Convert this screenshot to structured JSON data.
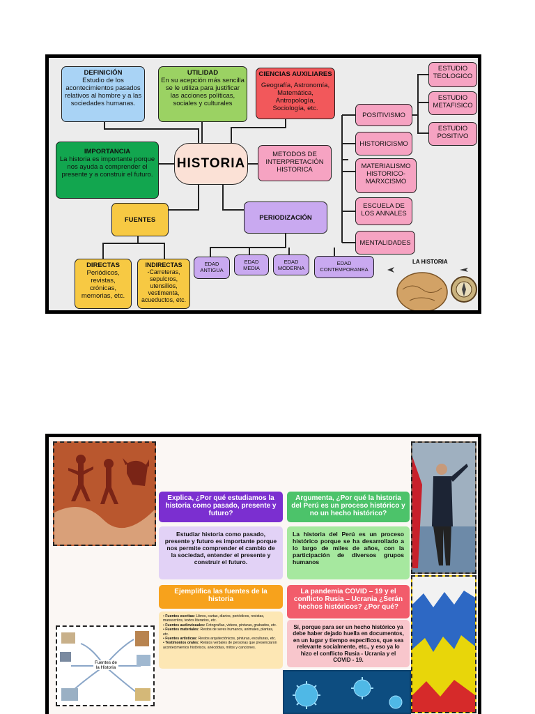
{
  "mindmap": {
    "center": "HISTORIA",
    "definicion": {
      "title": "DEFINICIÓN",
      "text": "Estudio de los acontecimientos pasados relativos al hombre y a las sociedades humanas."
    },
    "utilidad": {
      "title": "UTILIDAD",
      "text": "En su acepción más sencilla se le utiliza para justificar las acciones políticas, sociales y culturales"
    },
    "ciencias": {
      "title": "CIENCIAS AUXILIARES",
      "text": "Geografía, Astronomía, Matemática, Antropología, Sociología, etc."
    },
    "importancia": {
      "title": "IMPORTANCIA",
      "text": "La historia es importante porque nos ayuda a comprender el presente y a construir el futuro."
    },
    "fuentes": "FUENTES",
    "directas": {
      "title": "DIRECTAS",
      "text": "Periódicos, revistas, crónicas, memorias, etc."
    },
    "indirectas": {
      "title": "INDIRECTAS",
      "text": "-Carreteras, sepulcros, utensilios, vestimenta, acueductos, etc."
    },
    "metodos": "METODOS DE INTERPRETACIÓN HISTORICA",
    "periodizacion": "PERIODIZACIÓN",
    "edades": [
      "EDAD ANTIGUA",
      "EDAD MEDIA",
      "EDAD MODERNA",
      "EDAD CONTEMPORANEA"
    ],
    "corrientes": [
      "POSITIVISMO",
      "HISTORICISMO",
      "MATERIALISMO HISTORICO-MARXCISMO",
      "ESCUELA DE LOS ANNALES",
      "MENTALIDADES"
    ],
    "estudios": [
      "ESTUDIO TEOLOGICO",
      "ESTUDIO METAFISICO",
      "ESTUDIO POSITIVO"
    ],
    "image_caption": "LA HISTORIA",
    "colors": {
      "blue": "#a9d3f5",
      "green": "#9bd263",
      "red": "#f2585b",
      "dark_green": "#12a64f",
      "yellow": "#f7c943",
      "pink": "#f6a3c2",
      "lavender": "#c9a9f0",
      "center": "#fbe1d6"
    }
  },
  "infographic": {
    "q1": {
      "title": "Explica, ¿Por qué estudiamos la historia como pasado, presente y futuro?",
      "answer": "Estudiar historia como pasado, presente y futuro es importante porque nos permite comprender el cambio de la sociedad, entender el presente y construir el futuro."
    },
    "q2": {
      "title": "Argumenta, ¿Por qué la historia del Perú es un proceso histórico y no un hecho histórico?",
      "answer": "La historia del Perú es un proceso histórico porque se ha desarrollado a lo largo de miles de años, con la participación de diversos grupos humanos"
    },
    "q3": {
      "title": "Ejemplifica las fuentes de la historia",
      "items": [
        {
          "label": "Fuentes escritas:",
          "text": "Libros, cartas, diarios, periódicos, revistas, manuscritos, textos literarios, etc."
        },
        {
          "label": "Fuentes audiovisuales:",
          "text": "Fotografías, videos, pinturas, grabados, etc."
        },
        {
          "label": "Fuentes materiales:",
          "text": "Restos de seres humanos, animales, plantas, etc."
        },
        {
          "label": "Fuentes artísticas:",
          "text": "Restos arquitectónicos, pinturas, esculturas, etc."
        },
        {
          "label": "Testimonios orales:",
          "text": "Relatos verbales de personas que presenciaron acontecimientos históricos, anécdotas, mitos y canciones."
        }
      ]
    },
    "q4": {
      "title": "La pandemia COVID – 19 y el conflicto Rusia – Ucrania ¿Serán hechos históricos? ¿Por qué?",
      "answer": "Sí, porque para ser un hecho histórico ya debe haber dejado huella en documentos, en un lugar y tiempo específicos, que sea relevante socialmente, etc., y eso ya lo hizo el conflicto Rusia - Ucrania y el COVID - 19."
    },
    "fuentes_diagram": {
      "center": "Fuentes de la Historia"
    },
    "colors": {
      "purple": "#7b2fd0",
      "green": "#4cc36a",
      "orange": "#f7a21c",
      "coral": "#f25c6b"
    }
  }
}
